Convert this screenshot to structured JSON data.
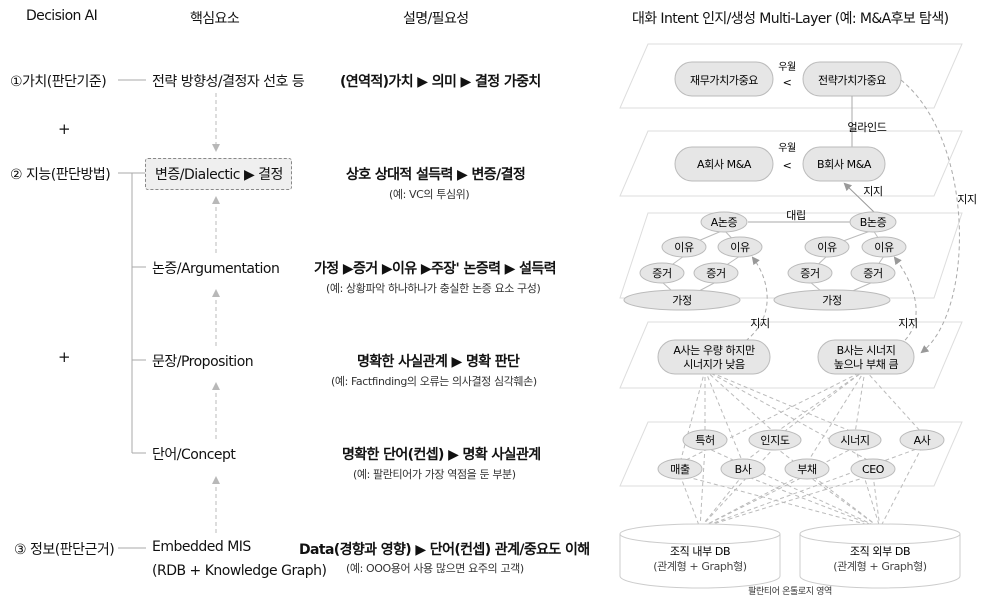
{
  "headers": {
    "col1": "Decision AI",
    "col2": "핵심요소",
    "col3": "설명/필요성",
    "col4": "대화 Intent 인지/생성 Multi-Layer (예: M&A후보 탐색)"
  },
  "levels": {
    "value": "①가치(판단기준)",
    "intelligence": "② 지능(판단방법)",
    "information": "③ 정보(판단근거)",
    "plus": "+"
  },
  "core": {
    "strategy": "전략 방향성/결정자 선호 등",
    "dialectic": "변증/Dialectic ▶ 결정",
    "argumentation": "논증/Argumentation",
    "proposition": "문장/Proposition",
    "concept": "단어/Concept",
    "mis_line1": "Embedded MIS",
    "mis_line2": "(RDB + Knowledge Graph)"
  },
  "desc": {
    "strategy_main": "(연역적)가치 ▶ 의미 ▶ 결정 가중치",
    "dialectic_main": "상호 상대적 설득력 ▶ 변증/결정",
    "dialectic_sub": "(예: VC의 투심위)",
    "argument_main": "가정 ▶증거 ▶이유 ▶주장' 논증력 ▶ 설득력",
    "argument_sub": "(예: 상황파악 하나하나가 충실한 논증 요소 구성)",
    "proposition_main": "명확한 사실관계 ▶ 명확 판단",
    "proposition_sub": "(예: Factfinding의 오류는 의사결정 심각훼손)",
    "concept_main": "명확한 단어(컨셉) ▶ 명확 사실관계",
    "concept_sub": "(예: 팔란티어가 가장 역점을 둔 부분)",
    "mis_main": "Data(경향과 영향) ▶ 단어(컨셉) 관계/중요도 이해",
    "mis_sub": "(예: OOO용어 사용 많으면 요주의 고객)"
  },
  "layers": {
    "l1_left": "재무가치가중요",
    "l1_right": "전략가치가중요",
    "l1_rel_top": "우월",
    "l1_rel": "<",
    "align": "얼라인드",
    "l2_left": "A회사 M&A",
    "l2_right": "B회사 M&A",
    "l2_rel_top": "우월",
    "l2_rel": "<",
    "support": "지지",
    "support_right": "지지",
    "l3_a_claim": "A논증",
    "l3_b_claim": "B논증",
    "l3_rebut": "대립",
    "reason": "이유",
    "evidence": "증거",
    "assumption": "가정",
    "l3_support_left": "지지",
    "l3_support_right": "지지",
    "l4_left_1": "A사는 우량 하지만",
    "l4_left_2": "시너지가 낮음",
    "l4_right_1": "B사는 시너지",
    "l4_right_2": "높으나 부채 큼",
    "c_patent": "특허",
    "c_awareness": "인지도",
    "c_synergy": "시너지",
    "c_a_company": "A사",
    "c_sales": "매출",
    "c_b_company": "B사",
    "c_debt": "부채",
    "c_ceo": "CEO",
    "db_internal_1": "조직 내부 DB",
    "db_internal_2": "(관계형 + Graph형)",
    "db_external_1": "조직 외부 DB",
    "db_external_2": "(관계형 + Graph형)",
    "ontology": "팔란티어 온톨로지 영역"
  }
}
